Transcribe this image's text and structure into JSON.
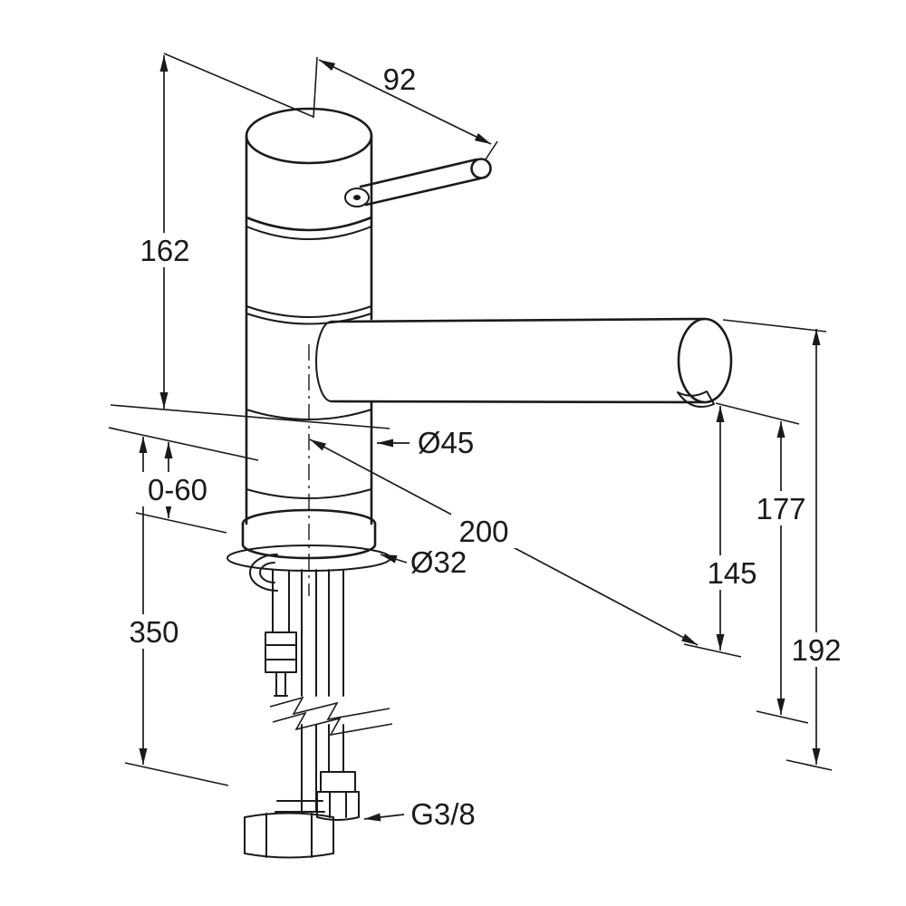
{
  "diagram": {
    "colors": {
      "background": "#ffffff",
      "line": "#1a1a1a"
    },
    "dimensions": {
      "spout_offset": "92",
      "upper_height": "162",
      "deck_thickness": "0-60",
      "hose_length": "350",
      "body_diameter": "Ø45",
      "spout_reach": "200",
      "shank_diameter": "Ø32",
      "outlet_height": "177",
      "underside_height": "145",
      "total_height": "192",
      "thread": "G3/8"
    }
  }
}
